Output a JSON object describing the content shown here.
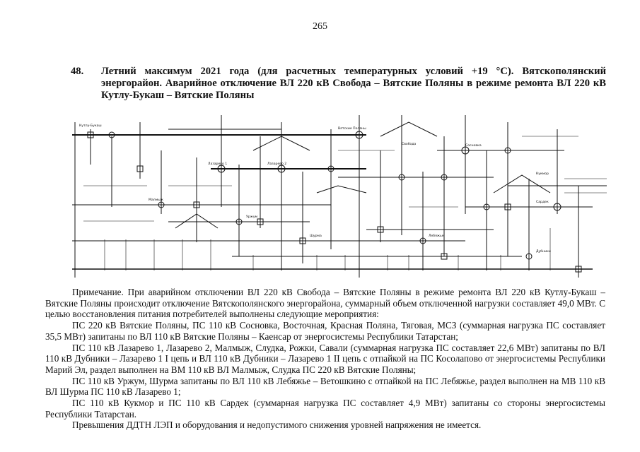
{
  "page_number": "265",
  "heading": {
    "number": "48.",
    "text": "Летний максимум 2021 года (для расчетных температурных условий +19 °С). Вятскополянский энергорайон. Аварийное отключение ВЛ 220 кВ Свобода – Вятские Поляны в режиме ремонта ВЛ 220 кВ Кутлу-Букаш – Вятские Поляны"
  },
  "diagram_labels": {
    "l1": "Кутлу-Букаш",
    "l2": "Вятские Поляны",
    "l3": "Свобода",
    "l4": "Лазарево 1",
    "l5": "Лазарево 2",
    "l6": "Малмыж",
    "l7": "Кукмор",
    "l8": "Сардек",
    "l9": "Уржум",
    "l10": "Шурма",
    "l11": "Лебяжье",
    "l12": "Сосновка",
    "l13": "Дубники"
  },
  "note": {
    "p1": "Примечание. При аварийном отключении ВЛ 220 кВ Свобода – Вятские Поляны в режиме ремонта ВЛ 220 кВ Кутлу-Букаш – Вятские Поляны происходит отключение Вятскополянского энергорайона, суммарный объем отключенной нагрузки составляет 49,0 МВт. С целью восстановления питания потребителей выполнены следующие мероприятия:",
    "p2": "ПС 220 кВ Вятские Поляны, ПС 110 кВ Сосновка, Восточная, Красная Поляна, Тяговая, МСЗ (суммарная нагрузка ПС составляет 35,5 МВт) запитаны по ВЛ 110 кВ Вятские Поляны – Каенсар от энергосистемы Республики Татарстан;",
    "p3": "ПС 110 кВ Лазарево 1, Лазарево 2, Малмыж, Слудка, Рожки, Савали (суммарная нагрузка ПС составляет 22,6 МВт) запитаны по ВЛ 110 кВ Дубники – Лазарево 1 I цепь и ВЛ 110 кВ Дубники – Лазарево 1 II цепь с отпайкой на ПС Косолапово от энергосистемы Республики Марий Эл, раздел выполнен на ВМ 110 кВ ВЛ Малмыж, Слудка ПС 220 кВ Вятские Поляны;",
    "p4": "ПС 110 кВ Уржум, Шурма запитаны по ВЛ 110 кВ Лебяжье – Ветошкино с отпайкой на ПС Лебяжье, раздел выполнен на МВ 110 кВ ВЛ Шурма ПС 110 кВ Лазарево 1;",
    "p5": "ПС 110 кВ Кукмор и ПС 110 кВ Сардек (суммарная нагрузка ПС составляет 4,9 МВт) запитаны со стороны энергосистемы Республики Татарстан.",
    "p6": "Превышения ДДТН ЛЭП и оборудования и недопустимого снижения уровней напряжения не имеется."
  }
}
